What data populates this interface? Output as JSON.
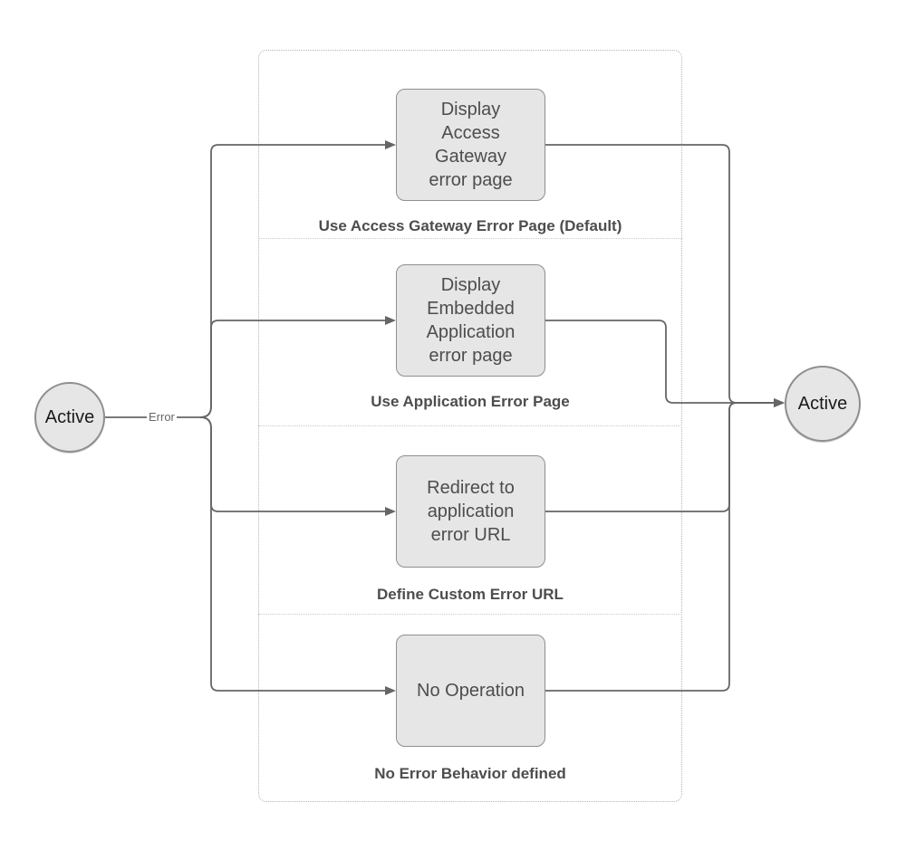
{
  "diagram": {
    "start_state": "Active",
    "end_state": "Active",
    "transition_label": "Error",
    "lanes": [
      {
        "box_text": "Display\nAccess\nGateway\nerror page",
        "label": "Use Access Gateway Error Page (Default)"
      },
      {
        "box_text": "Display\nEmbedded\nApplication\nerror page",
        "label": "Use Application Error Page"
      },
      {
        "box_text": "Redirect to\napplication\nerror URL",
        "label": "Define Custom Error URL"
      },
      {
        "box_text": "No Operation",
        "label": "No Error Behavior defined"
      }
    ],
    "colors": {
      "node_fill": "#e6e6e6",
      "node_border": "#8f8f8f",
      "edge": "#666666",
      "container_border": "#b5b5b5",
      "divider": "#c9c9c9",
      "box_text": "#4d4d4d",
      "label_text": "#4d4d4d",
      "state_text": "#1a1a1a"
    }
  }
}
